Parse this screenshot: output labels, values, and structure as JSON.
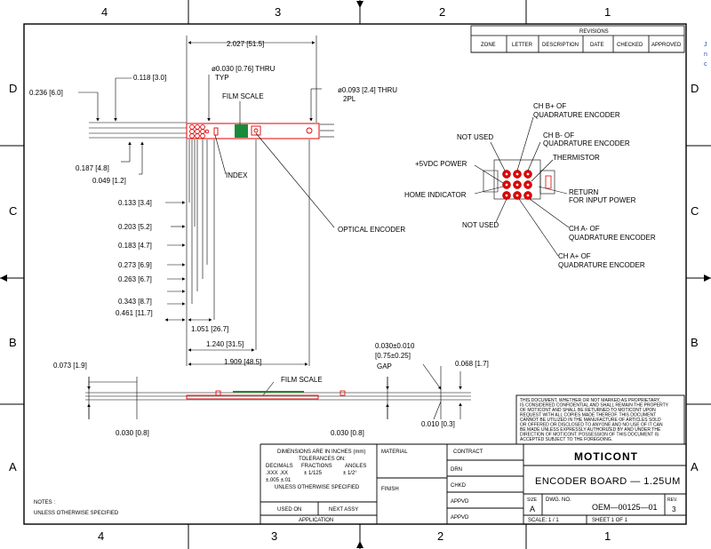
{
  "zones": {
    "cols": [
      "4",
      "3",
      "2",
      "1"
    ],
    "rows": [
      "D",
      "C",
      "B",
      "A"
    ]
  },
  "revisions": {
    "title": "REVISIONS",
    "headers": [
      "ZONE",
      "LETTER",
      "DESCRIPTION",
      "DATE",
      "CHECKED",
      "APPROVED"
    ]
  },
  "dims": {
    "top_width": "2.027 [51.5]",
    "hole_small": "ø0.030 [0.76] THRU",
    "hole_small_note": "TYP",
    "d0118": "0.118 [3.0]",
    "d0236": "0.236 [6.0]",
    "hole_large": "ø0.093 [2.4] THRU",
    "hole_large_note": "2PL",
    "d0187": "0.187 [4.8]",
    "d0049": "0.049 [1.2]",
    "d0133": "0.133 [3.4]",
    "d0203": "0.203 [5.2]",
    "d0183": "0.183 [4.7]",
    "d0273": "0.273 [6.9]",
    "d0263": "0.263 [6.7]",
    "d0343": "0.343 [8.7]",
    "d0461": "0.461 [11.7]",
    "d1051": "1.051 [26.7]",
    "d1240": "1.240 [31.5]",
    "d1909": "1.909 [48.5]",
    "d0073": "0.073 [1.9]",
    "d0030_left": "0.030 [0.8]",
    "gap_1": "0.030±0.010",
    "gap_2": "[0.75±0.25]",
    "gap_label": "GAP",
    "d0068": "0.068 [1.7]",
    "d0030_right": "0.030 [0.8]",
    "d0010": "0.010 [0.3]"
  },
  "callouts": {
    "film_scale_top": "FILM SCALE",
    "index": "INDEX",
    "optical_encoder": "OPTICAL ENCODER",
    "film_scale_side": "FILM SCALE"
  },
  "pinout": {
    "ch_b_plus_1": "CH B+ OF",
    "ch_b_plus_2": "QUADRATURE ENCODER",
    "not_used_top": "NOT USED",
    "ch_b_minus_1": "CH B- OF",
    "ch_b_minus_2": "QUADRATURE ENCODER",
    "thermistor": "THERMISTOR",
    "power": "+5VDC POWER",
    "home": "HOME INDICATOR",
    "return_1": "RETURN",
    "return_2": "FOR INPUT POWER",
    "not_used_bottom": "NOT USED",
    "ch_a_minus_1": "CH A- OF",
    "ch_a_minus_2": "QUADRATURE ENCODER",
    "ch_a_plus_1": "CH A+ OF",
    "ch_a_plus_2": "QUADRATURE ENCODER"
  },
  "proprietary": [
    "THIS DOCUMENT, WHETHER OR NOT MARKED AS PROPRIETARY,",
    "IS CONSIDERED CONFIDENTIAL AND SHALL REMAIN THE PROPERTY",
    "OF MOTICONT AND SHALL BE RETURNED TO MOTICONT UPON",
    "REQUEST WITH ALL COPIES MADE THEREOF. THIS DOCUMENT",
    "CANNOT BE UTILIZED IN THE MANUFACTURE OF ARTICLES SOLD",
    "OR OFFERED OR DISCLOSED TO ANYONE AND NO USE OF IT CAN",
    "BE MADE UNLESS EXPRESSLY AUTHORIZED BY AND UNDER THE",
    "DIRECTION OF MOTICONT. POSSESSION OF THIS DOCUMENT IS",
    "ACCEPTED SUBJECT TO THE FOREGOING."
  ],
  "tolerances": {
    "line1": "DIMENSIONS ARE IN INCHES (mm)",
    "line2": "TOLERANCES ON:",
    "decimals": "DECIMALS",
    "fractions": "FRACTIONS",
    "angles": "ANGLES",
    "xxx": ".XXX .XX",
    "frac_val": "± 1/125",
    "ang_val": "± 1/2°",
    "dec_val": "±.005 ±.01",
    "unless": "UNLESS OTHERWISE SPECIFIED"
  },
  "application": {
    "used_on": "USED ON",
    "next_assy": "NEXT ASSY",
    "label": "APPLICATION"
  },
  "notes": {
    "title": "NOTES :",
    "text": "UNLESS OTHERWISE SPECIFIED"
  },
  "material": {
    "material": "MATERIAL",
    "finish": "FINISH"
  },
  "contract": {
    "contract": "CONTRACT",
    "rows": [
      "DRN",
      "CHKD",
      "APPVD",
      "APPVD"
    ]
  },
  "title_block": {
    "company": "MOTICONT",
    "title": "ENCODER BOARD — 1.25UM",
    "size_label": "SIZE",
    "size_value": "A",
    "dwg_label": "DWG. NO.",
    "dwg_value": "OEM—00125—01",
    "rev_label": "REV.",
    "rev_value": "3",
    "scale": "SCALE:  1 / 1",
    "sheet": "SHEET  1  OF  1"
  },
  "margin_note": {
    "line1": "J",
    "line2": "n",
    "line3": "c"
  },
  "colors": {
    "line": "#000000",
    "board": "#e00000",
    "film": "#1a8a3a",
    "note": "#1f4fb0"
  }
}
